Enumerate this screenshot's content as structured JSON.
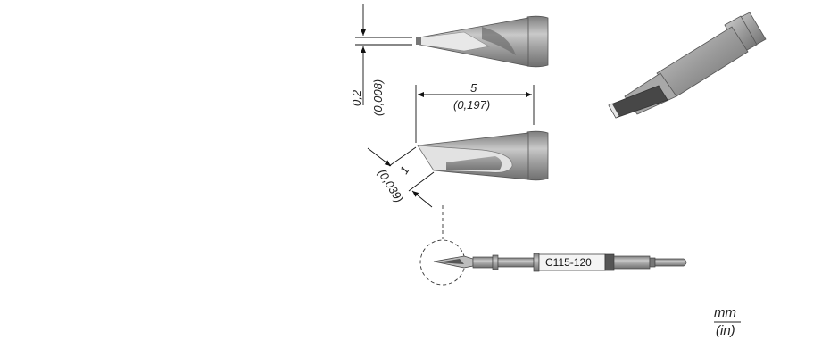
{
  "dimensions": {
    "tip_thickness": {
      "mm": "0,2",
      "in": "(0,008)"
    },
    "blade_length": {
      "mm": "5",
      "in": "(0,197)"
    },
    "blade_width": {
      "mm": "1",
      "in": "(0,039)"
    }
  },
  "part_number": "C115-120",
  "units": {
    "metric": "mm",
    "imperial": "(in)"
  },
  "colors": {
    "metal_dark": "#8a8a8a",
    "metal_mid": "#b4b4b4",
    "metal_light": "#dedede",
    "line": "#1a1a1a"
  }
}
